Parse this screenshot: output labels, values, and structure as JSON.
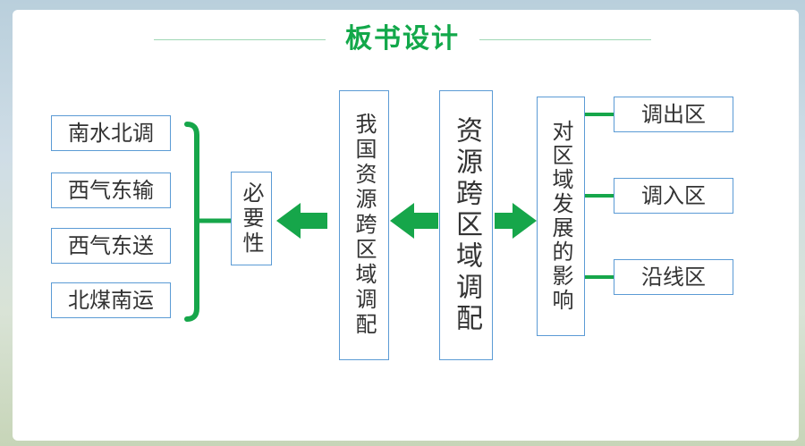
{
  "title": "板书设计",
  "left_items": [
    "南水北调",
    "西气东输",
    "西气东送",
    "北煤南运"
  ],
  "necessity": "必要性",
  "national_box": "我国资源跨区域调配",
  "center_box": "资源跨区域调配",
  "impact_box": "对区域发展的影响",
  "right_items": [
    "调出区",
    "调入区",
    "沿线区"
  ],
  "colors": {
    "accent": "#12a84a",
    "border": "#5b9bd5",
    "arrow": "#16a64a"
  }
}
